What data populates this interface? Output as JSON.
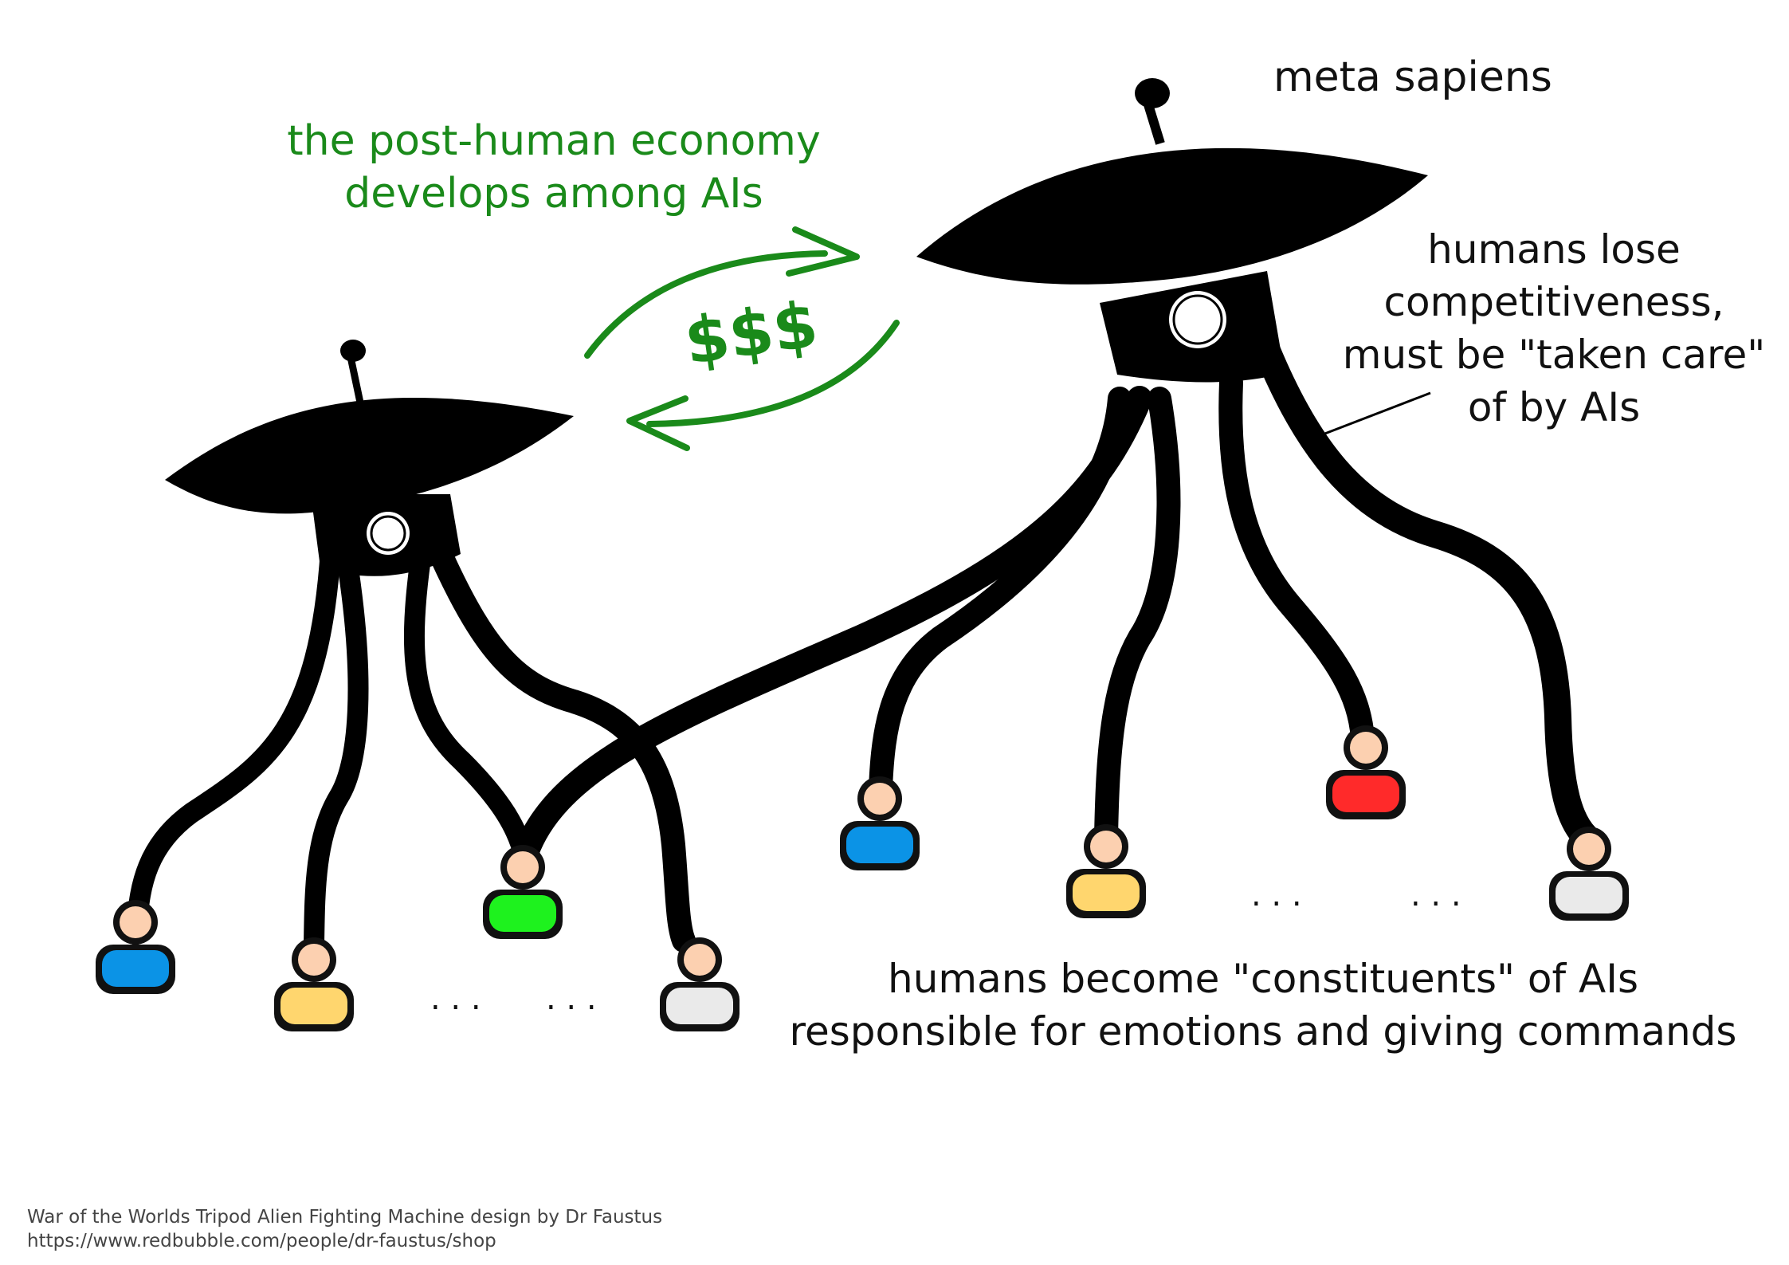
{
  "labels": {
    "meta_sapiens": "meta sapiens",
    "economy_line1": "the post-human economy",
    "economy_line2": "develops among AIs",
    "money": "$$$",
    "compete_line1": "humans lose",
    "compete_line2": "competitiveness,",
    "compete_line3": "must be \"taken care\"",
    "compete_line4": "of by AIs",
    "constituents_line1": "humans become \"constituents\" of AIs",
    "constituents_line2": "responsible for emotions and giving commands",
    "ellipsis": ". . .",
    "credit_line1": "War of the Worlds Tripod Alien Fighting Machine design by Dr Faustus",
    "credit_line2": "https://www.redbubble.com/people/dr-faustus/shop"
  },
  "colors": {
    "machine": "#000000",
    "economy_text": "#1a8a1a",
    "arrow": "#1a8a1a",
    "skin": "#fcd0b0",
    "shirt_blue": "#0b93e6",
    "shirt_yellow": "#ffd66e",
    "shirt_green": "#1ef21e",
    "shirt_grey": "#eaeaea",
    "shirt_red": "#ff2a2a"
  },
  "icons": {
    "machine": "tripod-alien-machine-icon",
    "person": "person-icon",
    "arrow": "curved-arrow-icon"
  }
}
